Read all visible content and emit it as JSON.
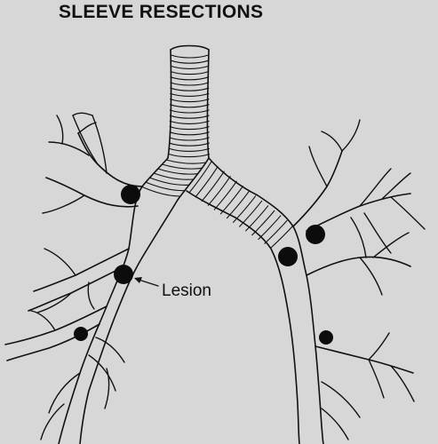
{
  "diagram": {
    "title": "SLEEVE RESECTIONS",
    "labels": {
      "lesion": "Lesion"
    },
    "lesion_markers": [
      "right-upper-lobe-bronchus",
      "bronchus-intermedius",
      "right-lower-lobe-bronchus",
      "left-upper-lobe-bronchus",
      "left-main-bronchus",
      "left-lower-lobe-bronchus"
    ]
  }
}
